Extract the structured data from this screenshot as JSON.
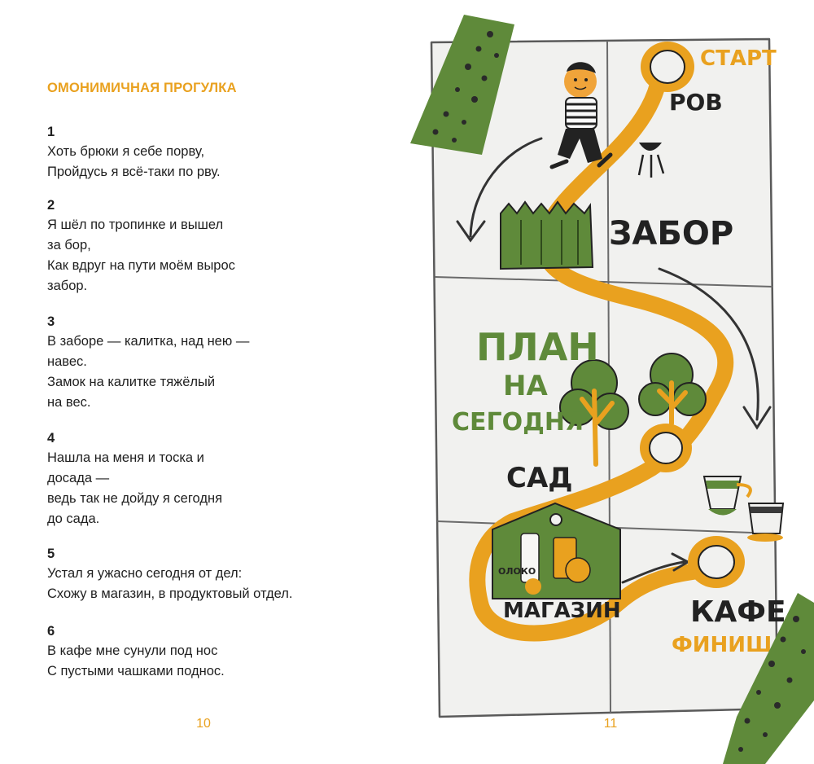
{
  "left_page": {
    "title": "ОМОНИМИЧНАЯ ПРОГУЛКА",
    "stanzas": [
      {
        "num": "1",
        "lines": [
          "Хоть брюки я себе порву,",
          "Пройдусь я всё-таки по рву."
        ]
      },
      {
        "num": "2",
        "lines": [
          "Я шёл по тропинке и вышел",
          "за бор,",
          "Как вдруг на пути моём вырос",
          "забор."
        ]
      },
      {
        "num": "3",
        "lines": [
          "В заборе — калитка, над нею —",
          "навес.",
          "Замок на калитке тяжёлый",
          "на вес."
        ]
      },
      {
        "num": "4",
        "lines": [
          "Нашла на меня и тоска и",
          "досада —",
          "ведь так не дойду я сегодня",
          "до сада."
        ]
      },
      {
        "num": "5",
        "lines": [
          "Устал я ужасно сегодня от дел:",
          "Схожу в магазин, в продуктовый отдел."
        ]
      },
      {
        "num": "6",
        "lines": [
          "В кафе мне сунули под нос",
          "С пустыми чашками поднос."
        ]
      }
    ],
    "page_number": "10"
  },
  "right_page": {
    "page_number": "11",
    "map_labels": {
      "start": "СТАРТ",
      "rov": "РОВ",
      "zabor": "ЗАБОР",
      "plan_1": "ПЛАН",
      "plan_2": "НА",
      "plan_3": "СЕГОДНЯ",
      "sad": "САД",
      "moloko": "ОЛОКО",
      "magazin": "МАГАЗИН",
      "kafe": "КАФЕ",
      "finish": "ФИНИШ"
    }
  },
  "colors": {
    "accent_orange": "#e9a11f",
    "tape_green": "#5f8a3a",
    "text": "#1f1f1f",
    "paper": "#f1f1ef"
  }
}
